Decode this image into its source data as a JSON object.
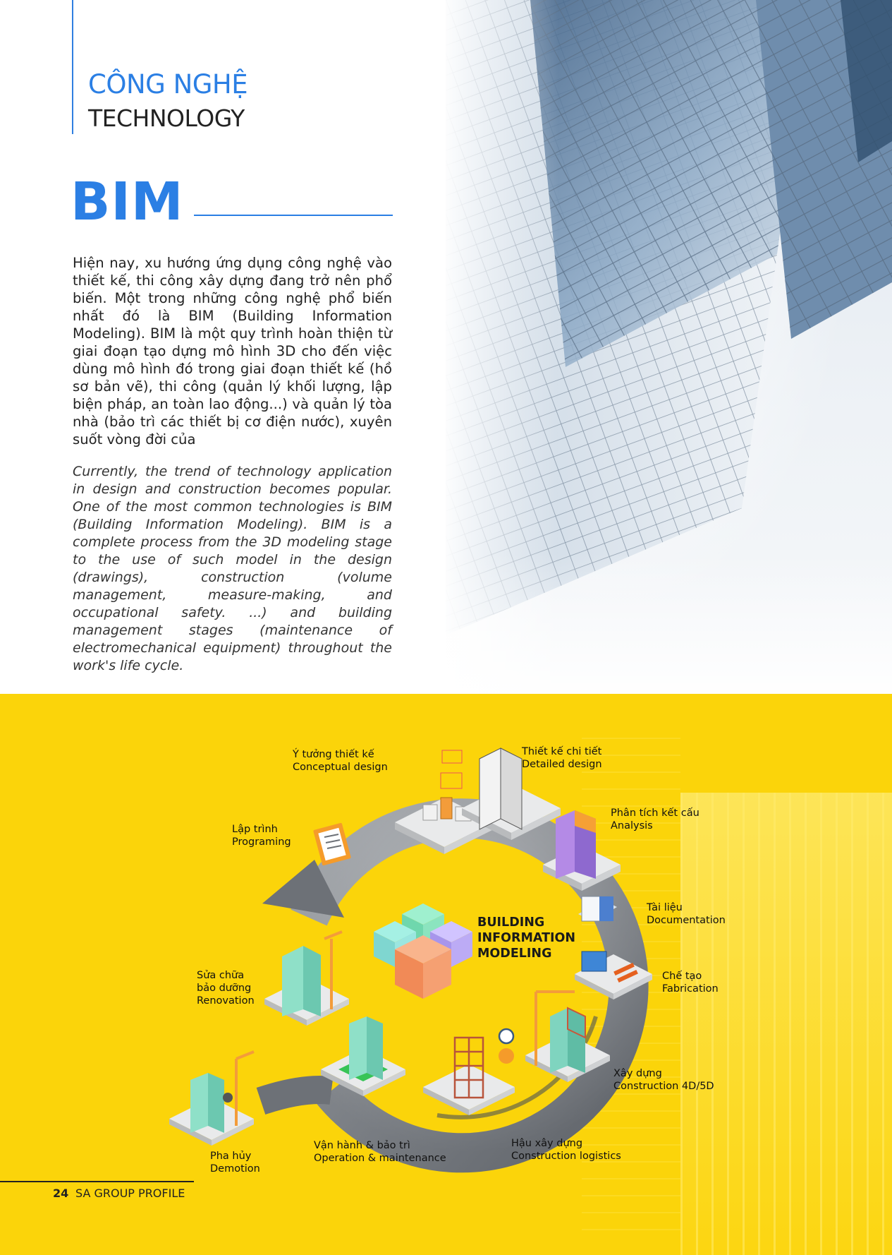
{
  "section": {
    "title_vi": "CÔNG NGHỆ",
    "title_en": "TECHNOLOGY"
  },
  "heading": "BIM",
  "paragraph_vi": "Hiện nay, xu hướng ứng dụng công nghệ vào thiết kế, thi công xây dựng đang trở nên phổ biến. Một trong những công nghệ phổ biến nhất đó là BIM (Building Information Modeling). BIM là một quy trình hoàn thiện từ giai đoạn tạo dựng mô hình 3D cho đến việc dùng mô hình đó trong giai đoạn thiết kế (hồ sơ bản vẽ), thi công (quản lý khối lượng, lập biện pháp, an toàn lao động...) và quản lý tòa nhà (bảo trì các thiết bị cơ điện nước), xuyên suốt vòng đời của",
  "paragraph_en": "Currently, the trend of technology application in design and construction becomes popular. One of the most common technologies is BIM (Building Information Modeling). BIM is a complete process from the 3D modeling stage to the use of such model in the design (drawings), construction (volume management, measure-making, and occupational safety. ...) and building management stages (maintenance of electromechanical equipment) throughout the work's life cycle.",
  "diagram": {
    "center": {
      "line1": "BUILDING",
      "line2": "INFORMATION",
      "line3": "MODELING"
    },
    "stages": [
      {
        "vi": "Ý tưởng thiết kế",
        "en": "Conceptual design"
      },
      {
        "vi": "Thiết kế chi tiết",
        "en": "Detailed design"
      },
      {
        "vi": "Phân tích kết cấu",
        "en": "Analysis"
      },
      {
        "vi": "Tài liệu",
        "en": "Documentation"
      },
      {
        "vi": "Chế tạo",
        "en": "Fabrication"
      },
      {
        "vi": "Xây dựng",
        "en": "Construction 4D/5D"
      },
      {
        "vi": "Hậu xây dựng",
        "en": "Construction logistics"
      },
      {
        "vi": "Vận hành & bảo trì",
        "en": "Operation & maintenance"
      },
      {
        "vi": "Pha hủy",
        "en": "Demotion"
      },
      {
        "vi": "Sửa chữa",
        "vi2": "bảo dưỡng",
        "en": "Renovation"
      },
      {
        "vi": "Lập trình",
        "en": "Programing"
      }
    ],
    "colors": {
      "ring": "#7b7f84",
      "ring_dark": "#5c6066",
      "cube_green": "#8fe3c3",
      "cube_purple": "#b7a3ef",
      "cube_orange": "#f5915e",
      "cube_teal": "#7fd6d0"
    }
  },
  "footer": {
    "page_number": "24",
    "text": "SA GROUP PROFILE"
  },
  "colors": {
    "accent_blue": "#2b7fe4",
    "yellow": "#fbd40a"
  }
}
